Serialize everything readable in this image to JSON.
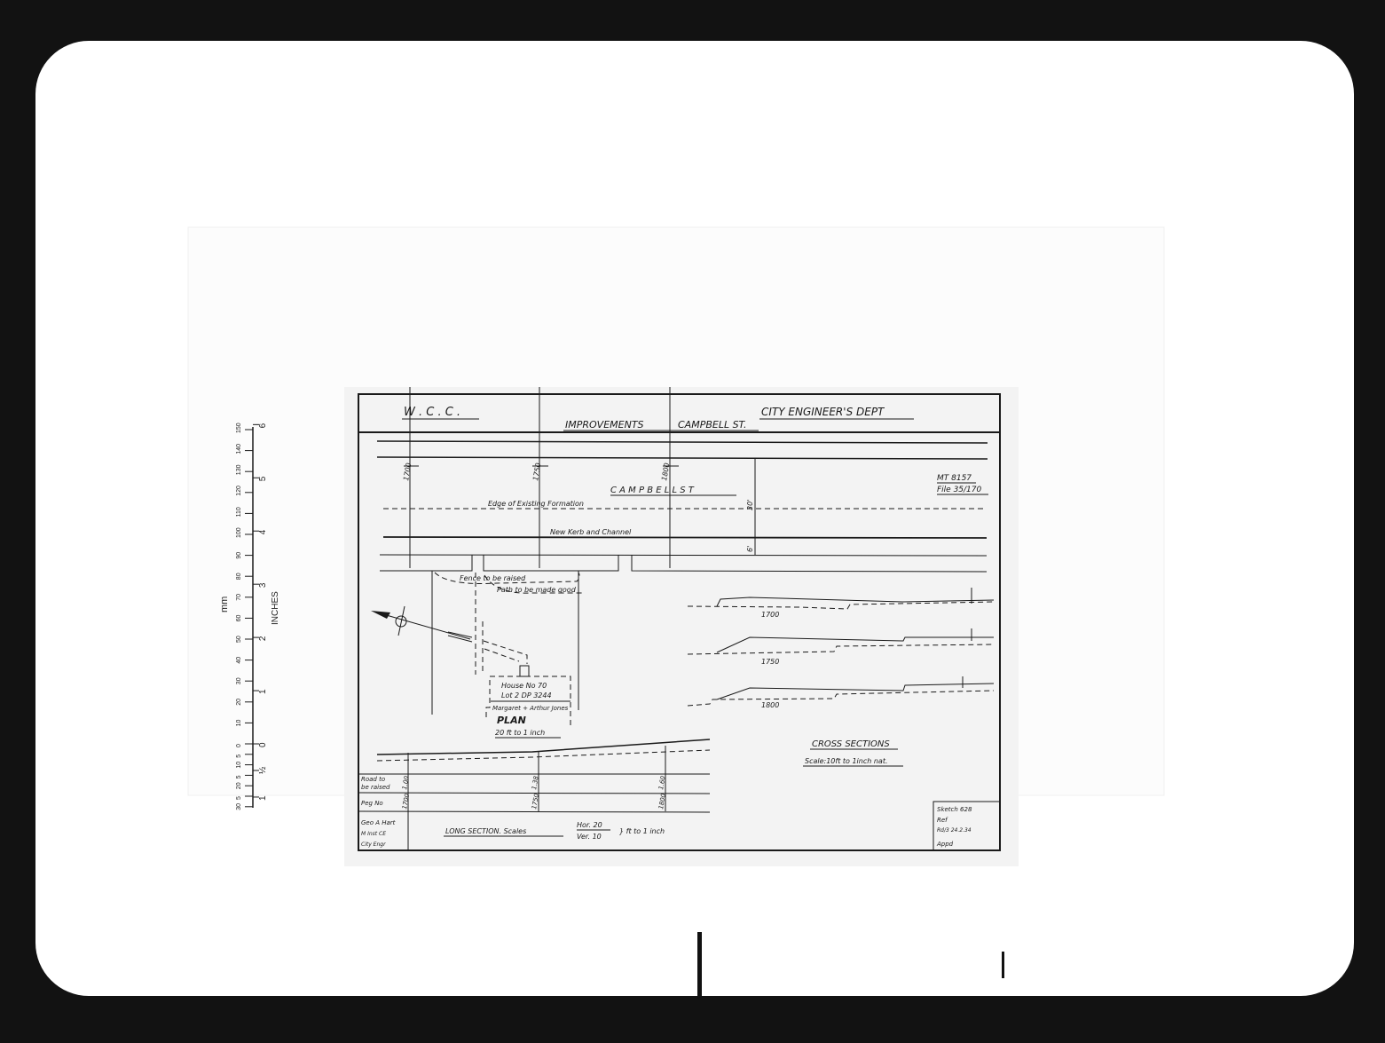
{
  "colors": {
    "frame": "#121212",
    "paper": "#ffffff",
    "sheet": "#f4f4f4",
    "ink": "#1a1a1a"
  },
  "title_block": {
    "org": "W . C . C .",
    "dept": "CITY ENGINEER'S DEPT",
    "project": "IMPROVEMENTS",
    "street": "CAMPBELL ST."
  },
  "plan_labels": {
    "street_name": "C A M P B E L L   S T",
    "map_ref": "MT 8157",
    "file_ref": "File 35/170",
    "edge": "Edge of Existing Formation",
    "kerb": "New Kerb and Channel",
    "width_30": "30'",
    "width_6": "6'",
    "fence": "Fence to be raised",
    "path": "Path to be made good",
    "house_no": "House No 70",
    "lot": "Lot 2 DP 3244",
    "owners": "Margaret + Arthur Jones",
    "plan_title": "PLAN",
    "plan_scale": "20 ft to 1 inch",
    "pegs": [
      "1700",
      "1750",
      "1800"
    ]
  },
  "cross_sections": {
    "labels": [
      "1700",
      "1750",
      "1800"
    ],
    "title": "CROSS SECTIONS",
    "scale": "Scale:10ft to 1inch nat."
  },
  "long_section": {
    "row_road": "Road to be raised",
    "row_peg": "Peg No",
    "road_values": [
      "1.00",
      "1.38",
      "1.60"
    ],
    "peg_values": [
      "1700",
      "1750",
      "1800"
    ],
    "title": "LONG SECTION. Scales",
    "hor": "Hor. 20",
    "ver": "Ver. 10",
    "unit": "} ft to 1 inch"
  },
  "signature": [
    "Geo A Hart",
    "M Inst CE",
    "City Engr"
  ],
  "sketch_box": [
    "Sketch 628",
    "Ref",
    "Rd/3 24.2.34",
    "Appd"
  ],
  "ruler": {
    "mm_label": "mm",
    "inch_label": "INCHES",
    "mm_ticks": [
      "150",
      "140",
      "130",
      "120",
      "110",
      "100",
      "90",
      "80",
      "70",
      "60",
      "50",
      "40",
      "30",
      "20",
      "10",
      "0",
      "5",
      "10",
      "5",
      "20",
      "5",
      "30"
    ],
    "inch_ticks": [
      "6",
      "5",
      "4",
      "3",
      "2",
      "1",
      "0",
      "½",
      "1"
    ]
  }
}
